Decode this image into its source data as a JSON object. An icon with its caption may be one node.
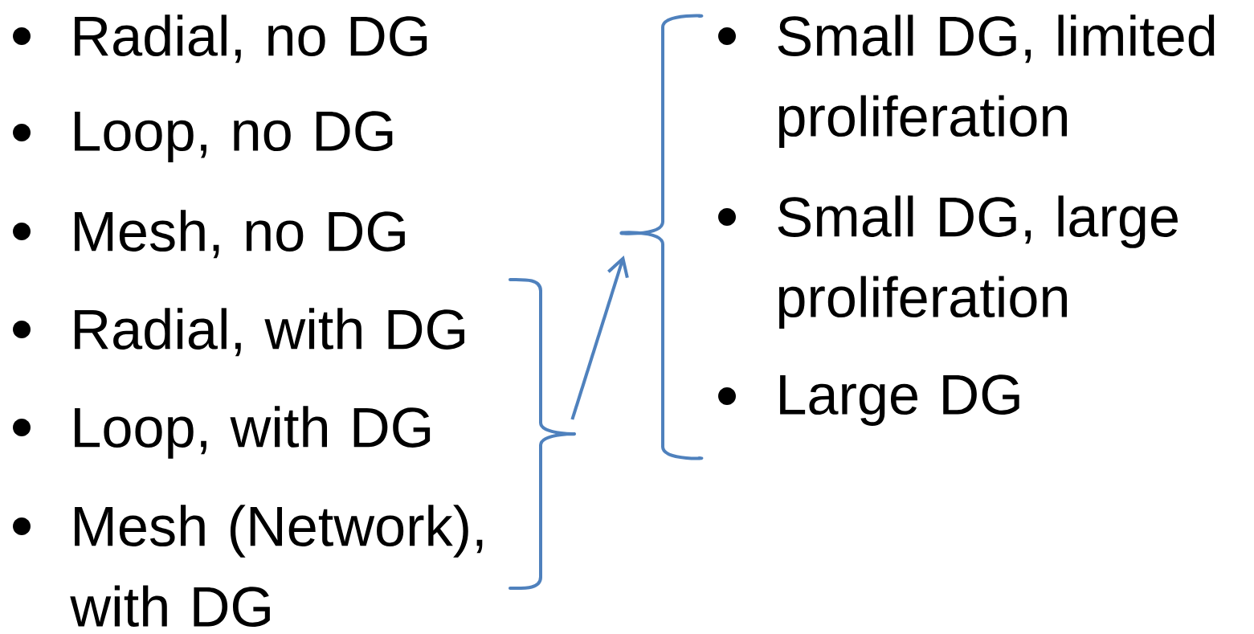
{
  "diagram": {
    "nodes": [
      {
        "text": [
          "Radial, no DG",
          "Loop, no DG",
          "Mesh, no DG"
        ]
      },
      {
        "text": [
          "Radial, with DG",
          "Loop, with DG",
          "Mesh (Network), with DG"
        ]
      },
      {
        "text": [
          "Small DG, limited proliferation",
          "Small DG, large proliferation",
          "Large DG"
        ]
      }
    ],
    "edges": [
      {
        "from": 1,
        "to": 2,
        "arrow": "to"
      }
    ]
  }
}
